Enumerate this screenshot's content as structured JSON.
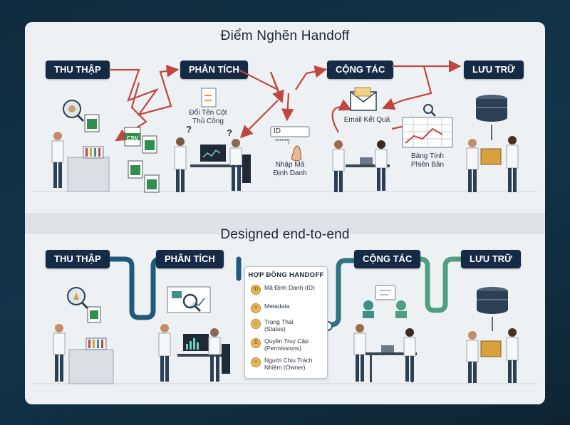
{
  "top": {
    "title": "Điểm Nghẽn Handoff",
    "stages": [
      "THU THẬP",
      "PHÂN TÍCH",
      "CỘNG TÁC",
      "LƯU TRỮ"
    ],
    "labels": {
      "rename": "Đổi Tên Cột\nThủ Công",
      "id_field": "ID",
      "id_mask": "******|",
      "enter_id": "Nhập Mã\nĐịnh Danh",
      "email": "Email Kết Quả",
      "sheet": "Bảng Tính\nPhiên Bản",
      "csv": "CSV",
      "question": "?"
    }
  },
  "bottom": {
    "title": "Designed end-to-end",
    "stages": [
      "THU THẬP",
      "PHÂN TÍCH",
      "CỘNG TÁC",
      "LƯU TRỮ"
    ],
    "contract": {
      "title": "HỢP ĐỒNG HANDOFF",
      "items": [
        {
          "icon": "ID",
          "text": "Mã Định Danh (ID)"
        },
        {
          "icon": "≡",
          "text": "Metadata"
        },
        {
          "icon": "◇",
          "text": "Trạng Thái\n(Status)"
        },
        {
          "icon": "⚿",
          "text": "Quyền Truy Cập\n(Permissions)"
        },
        {
          "icon": "☺",
          "text": "Người Chịu Trách\nNhiệm (Owner)"
        }
      ]
    }
  },
  "colors": {
    "stage_bg": "#152a44",
    "chaos_arrow": "#c0473f",
    "pipe_blue": "#1f5a7a",
    "pipe_teal": "#3f8f8a",
    "pipe_green": "#5fae7a"
  }
}
